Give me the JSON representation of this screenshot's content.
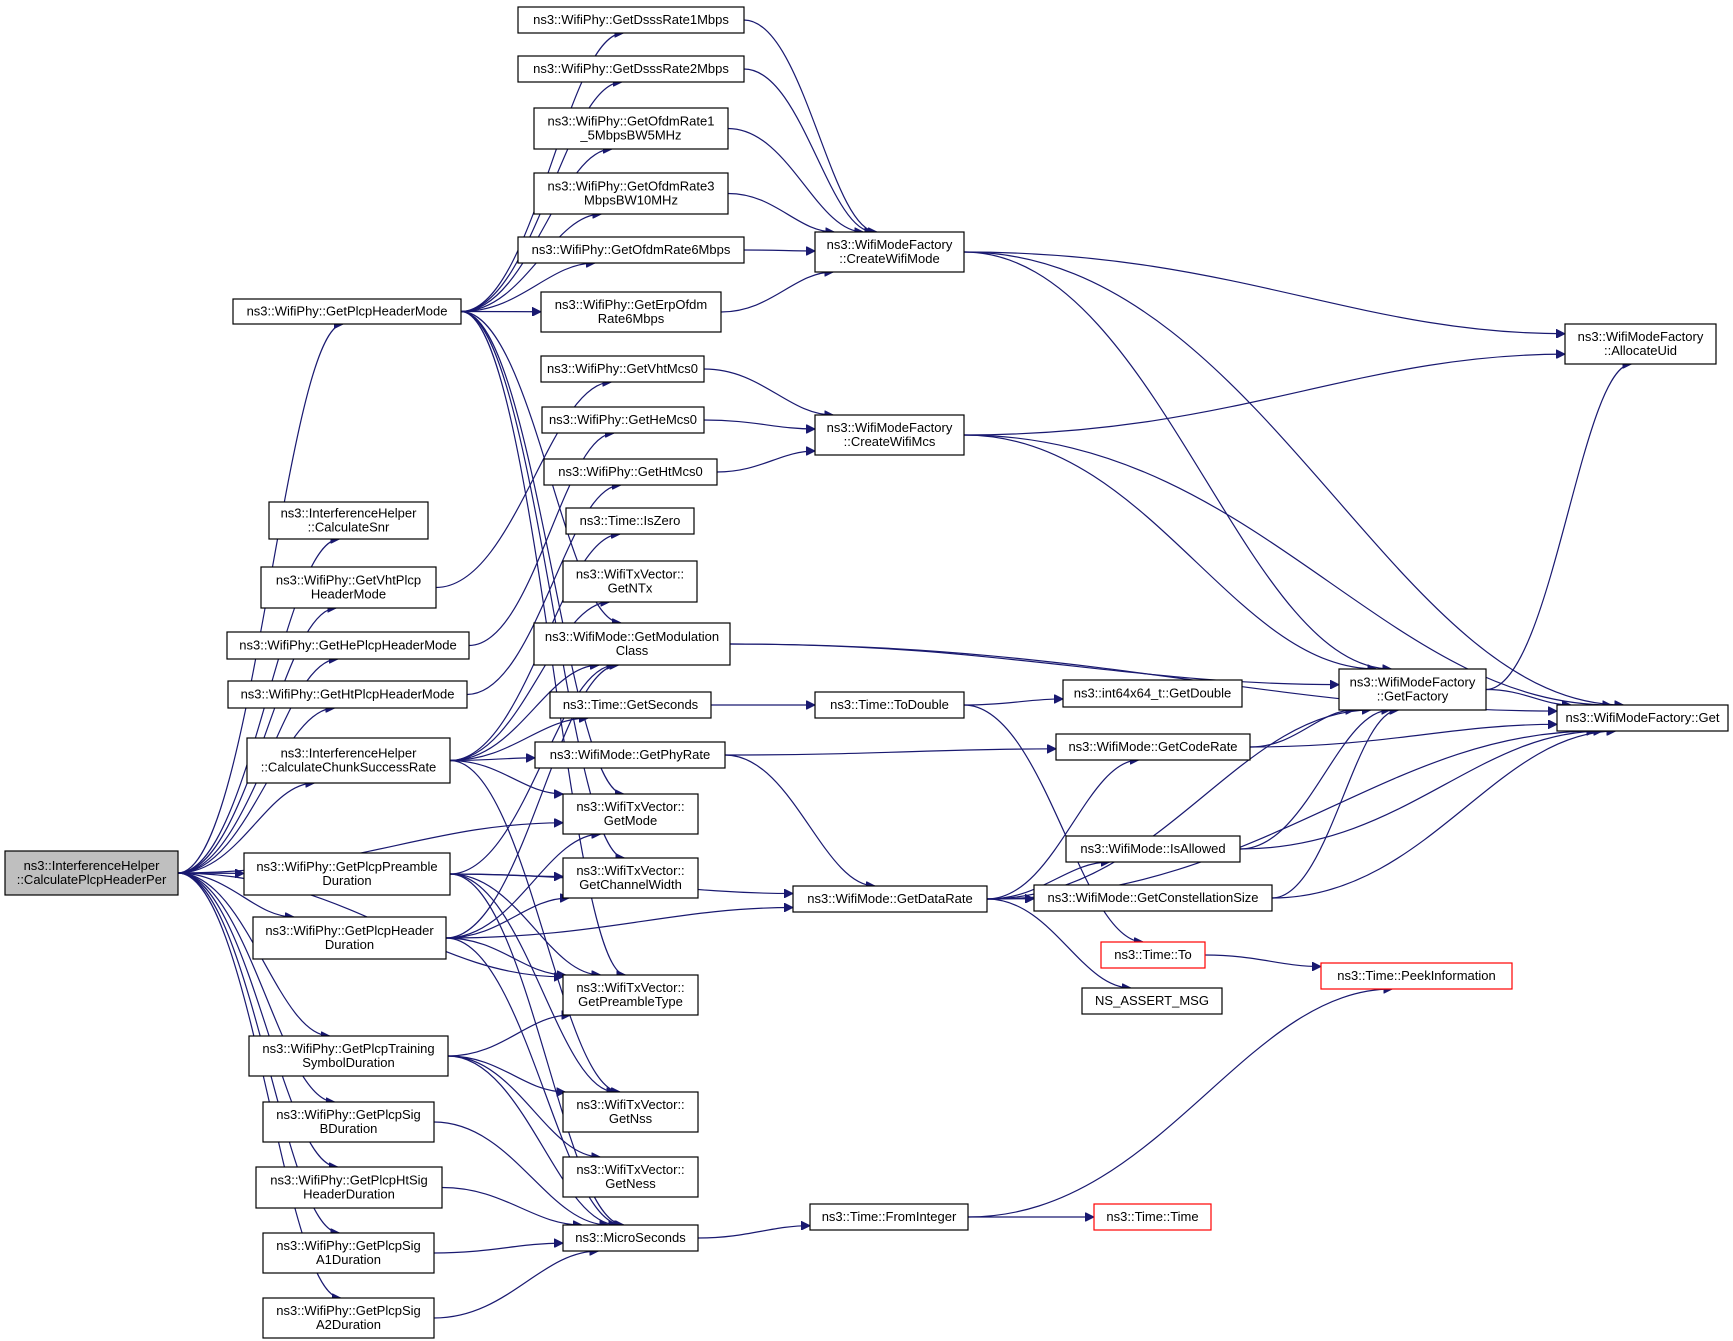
{
  "diagram": {
    "nodes": [
      {
        "id": "root",
        "lines": [
          "ns3::InterferenceHelper",
          "::CalculatePlcpHeaderPer"
        ],
        "style": "root"
      },
      {
        "id": "getPlcpHeaderMode",
        "lines": [
          "ns3::WifiPhy::GetPlcpHeaderMode"
        ]
      },
      {
        "id": "calcSnr",
        "lines": [
          "ns3::InterferenceHelper",
          "::CalculateSnr"
        ]
      },
      {
        "id": "getVhtPlcpHeaderMode",
        "lines": [
          "ns3::WifiPhy::GetVhtPlcp",
          "HeaderMode"
        ]
      },
      {
        "id": "getHePlcpHeaderMode",
        "lines": [
          "ns3::WifiPhy::GetHePlcpHeaderMode"
        ]
      },
      {
        "id": "getHtPlcpHeaderMode",
        "lines": [
          "ns3::WifiPhy::GetHtPlcpHeaderMode"
        ]
      },
      {
        "id": "calcChunk",
        "lines": [
          "ns3::InterferenceHelper",
          "::CalculateChunkSuccessRate"
        ]
      },
      {
        "id": "getPlcpPreambleDuration",
        "lines": [
          "ns3::WifiPhy::GetPlcpPreamble",
          "Duration"
        ]
      },
      {
        "id": "getPlcpHeaderDuration",
        "lines": [
          "ns3::WifiPhy::GetPlcpHeader",
          "Duration"
        ]
      },
      {
        "id": "getPlcpTraining",
        "lines": [
          "ns3::WifiPhy::GetPlcpTraining",
          "SymbolDuration"
        ]
      },
      {
        "id": "getPlcpSigB",
        "lines": [
          "ns3::WifiPhy::GetPlcpSig",
          "BDuration"
        ]
      },
      {
        "id": "getPlcpHtSig",
        "lines": [
          "ns3::WifiPhy::GetPlcpHtSig",
          "HeaderDuration"
        ]
      },
      {
        "id": "getPlcpSigA1",
        "lines": [
          "ns3::WifiPhy::GetPlcpSig",
          "A1Duration"
        ]
      },
      {
        "id": "getPlcpSigA2",
        "lines": [
          "ns3::WifiPhy::GetPlcpSig",
          "A2Duration"
        ]
      },
      {
        "id": "dsss1",
        "lines": [
          "ns3::WifiPhy::GetDsssRate1Mbps"
        ]
      },
      {
        "id": "dsss2",
        "lines": [
          "ns3::WifiPhy::GetDsssRate2Mbps"
        ]
      },
      {
        "id": "ofdm15",
        "lines": [
          "ns3::WifiPhy::GetOfdmRate1",
          "_5MbpsBW5MHz"
        ]
      },
      {
        "id": "ofdm3",
        "lines": [
          "ns3::WifiPhy::GetOfdmRate3",
          "MbpsBW10MHz"
        ]
      },
      {
        "id": "ofdm6",
        "lines": [
          "ns3::WifiPhy::GetOfdmRate6Mbps"
        ]
      },
      {
        "id": "erpOfdm",
        "lines": [
          "ns3::WifiPhy::GetErpOfdm",
          "Rate6Mbps"
        ]
      },
      {
        "id": "vhtMcs0",
        "lines": [
          "ns3::WifiPhy::GetVhtMcs0"
        ]
      },
      {
        "id": "heMcs0",
        "lines": [
          "ns3::WifiPhy::GetHeMcs0"
        ]
      },
      {
        "id": "htMcs0",
        "lines": [
          "ns3::WifiPhy::GetHtMcs0"
        ]
      },
      {
        "id": "isZero",
        "lines": [
          "ns3::Time::IsZero"
        ]
      },
      {
        "id": "getNTx",
        "lines": [
          "ns3::WifiTxVector::",
          "GetNTx"
        ]
      },
      {
        "id": "getModClass",
        "lines": [
          "ns3::WifiMode::GetModulation",
          "Class"
        ]
      },
      {
        "id": "getSeconds",
        "lines": [
          "ns3::Time::GetSeconds"
        ]
      },
      {
        "id": "getPhyRate",
        "lines": [
          "ns3::WifiMode::GetPhyRate"
        ]
      },
      {
        "id": "getMode",
        "lines": [
          "ns3::WifiTxVector::",
          "GetMode"
        ]
      },
      {
        "id": "getChannelWidth",
        "lines": [
          "ns3::WifiTxVector::",
          "GetChannelWidth"
        ]
      },
      {
        "id": "getPreambleType",
        "lines": [
          "ns3::WifiTxVector::",
          "GetPreambleType"
        ]
      },
      {
        "id": "getNss",
        "lines": [
          "ns3::WifiTxVector::",
          "GetNss"
        ]
      },
      {
        "id": "getNess",
        "lines": [
          "ns3::WifiTxVector::",
          "GetNess"
        ]
      },
      {
        "id": "microSeconds",
        "lines": [
          "ns3::MicroSeconds"
        ]
      },
      {
        "id": "createWifiMode",
        "lines": [
          "ns3::WifiModeFactory",
          "::CreateWifiMode"
        ]
      },
      {
        "id": "createWifiMcs",
        "lines": [
          "ns3::WifiModeFactory",
          "::CreateWifiMcs"
        ]
      },
      {
        "id": "toDouble",
        "lines": [
          "ns3::Time::ToDouble"
        ]
      },
      {
        "id": "getDataRate",
        "lines": [
          "ns3::WifiMode::GetDataRate"
        ]
      },
      {
        "id": "fromInteger",
        "lines": [
          "ns3::Time::FromInteger"
        ]
      },
      {
        "id": "getDouble",
        "lines": [
          "ns3::int64x64_t::GetDouble"
        ]
      },
      {
        "id": "getCodeRate",
        "lines": [
          "ns3::WifiMode::GetCodeRate"
        ]
      },
      {
        "id": "isAllowed",
        "lines": [
          "ns3::WifiMode::IsAllowed"
        ]
      },
      {
        "id": "getConstellation",
        "lines": [
          "ns3::WifiMode::GetConstellationSize"
        ]
      },
      {
        "id": "timeTo",
        "lines": [
          "ns3::Time::To"
        ],
        "style": "red"
      },
      {
        "id": "nsAssert",
        "lines": [
          "NS_ASSERT_MSG"
        ]
      },
      {
        "id": "timeTime",
        "lines": [
          "ns3::Time::Time"
        ],
        "style": "red"
      },
      {
        "id": "getFactory",
        "lines": [
          "ns3::WifiModeFactory",
          "::GetFactory"
        ]
      },
      {
        "id": "peekInfo",
        "lines": [
          "ns3::Time::PeekInformation"
        ],
        "style": "red"
      },
      {
        "id": "allocateUid",
        "lines": [
          "ns3::WifiModeFactory",
          "::AllocateUid"
        ]
      },
      {
        "id": "factoryGet",
        "lines": [
          "ns3::WifiModeFactory::Get"
        ]
      }
    ],
    "edges": [
      [
        "root",
        "getPlcpHeaderMode"
      ],
      [
        "root",
        "calcSnr"
      ],
      [
        "root",
        "getVhtPlcpHeaderMode"
      ],
      [
        "root",
        "getHePlcpHeaderMode"
      ],
      [
        "root",
        "getHtPlcpHeaderMode"
      ],
      [
        "root",
        "calcChunk"
      ],
      [
        "root",
        "getPlcpPreambleDuration"
      ],
      [
        "root",
        "getPlcpHeaderDuration"
      ],
      [
        "root",
        "getPlcpTraining"
      ],
      [
        "root",
        "getPlcpSigB"
      ],
      [
        "root",
        "getPlcpHtSig"
      ],
      [
        "root",
        "getPlcpSigA1"
      ],
      [
        "root",
        "getPlcpSigA2"
      ],
      [
        "root",
        "getMode"
      ],
      [
        "root",
        "getPreambleType"
      ],
      [
        "getPlcpHeaderMode",
        "dsss1"
      ],
      [
        "getPlcpHeaderMode",
        "dsss2"
      ],
      [
        "getPlcpHeaderMode",
        "ofdm15"
      ],
      [
        "getPlcpHeaderMode",
        "ofdm3"
      ],
      [
        "getPlcpHeaderMode",
        "ofdm6"
      ],
      [
        "getPlcpHeaderMode",
        "erpOfdm"
      ],
      [
        "getPlcpHeaderMode",
        "getModClass"
      ],
      [
        "getPlcpHeaderMode",
        "getMode"
      ],
      [
        "getPlcpHeaderMode",
        "getChannelWidth"
      ],
      [
        "getPlcpHeaderMode",
        "getPreambleType"
      ],
      [
        "getVhtPlcpHeaderMode",
        "vhtMcs0"
      ],
      [
        "getHePlcpHeaderMode",
        "heMcs0"
      ],
      [
        "getHtPlcpHeaderMode",
        "htMcs0"
      ],
      [
        "calcChunk",
        "isZero"
      ],
      [
        "calcChunk",
        "getNTx"
      ],
      [
        "calcChunk",
        "getModClass"
      ],
      [
        "calcChunk",
        "getSeconds"
      ],
      [
        "calcChunk",
        "getPhyRate"
      ],
      [
        "calcChunk",
        "getMode"
      ],
      [
        "calcChunk",
        "getNss"
      ],
      [
        "getPlcpPreambleDuration",
        "getModClass"
      ],
      [
        "getPlcpPreambleDuration",
        "getChannelWidth"
      ],
      [
        "getPlcpPreambleDuration",
        "getPreambleType"
      ],
      [
        "getPlcpPreambleDuration",
        "getNss"
      ],
      [
        "getPlcpPreambleDuration",
        "microSeconds"
      ],
      [
        "getPlcpPreambleDuration",
        "getDataRate"
      ],
      [
        "getPlcpHeaderDuration",
        "getModClass"
      ],
      [
        "getPlcpHeaderDuration",
        "getMode"
      ],
      [
        "getPlcpHeaderDuration",
        "getChannelWidth"
      ],
      [
        "getPlcpHeaderDuration",
        "getPreambleType"
      ],
      [
        "getPlcpHeaderDuration",
        "microSeconds"
      ],
      [
        "getPlcpHeaderDuration",
        "getDataRate"
      ],
      [
        "getPlcpTraining",
        "getPreambleType"
      ],
      [
        "getPlcpTraining",
        "getNss"
      ],
      [
        "getPlcpTraining",
        "getNess"
      ],
      [
        "getPlcpTraining",
        "microSeconds"
      ],
      [
        "getPlcpSigB",
        "microSeconds"
      ],
      [
        "getPlcpHtSig",
        "microSeconds"
      ],
      [
        "getPlcpSigA1",
        "microSeconds"
      ],
      [
        "getPlcpSigA2",
        "microSeconds"
      ],
      [
        "dsss1",
        "createWifiMode"
      ],
      [
        "dsss2",
        "createWifiMode"
      ],
      [
        "ofdm15",
        "createWifiMode"
      ],
      [
        "ofdm3",
        "createWifiMode"
      ],
      [
        "ofdm6",
        "createWifiMode"
      ],
      [
        "erpOfdm",
        "createWifiMode"
      ],
      [
        "vhtMcs0",
        "createWifiMcs"
      ],
      [
        "heMcs0",
        "createWifiMcs"
      ],
      [
        "htMcs0",
        "createWifiMcs"
      ],
      [
        "getModClass",
        "getFactory"
      ],
      [
        "getModClass",
        "factoryGet"
      ],
      [
        "getSeconds",
        "toDouble"
      ],
      [
        "getPhyRate",
        "getCodeRate"
      ],
      [
        "getPhyRate",
        "getDataRate"
      ],
      [
        "microSeconds",
        "fromInteger"
      ],
      [
        "createWifiMode",
        "allocateUid"
      ],
      [
        "createWifiMode",
        "getFactory"
      ],
      [
        "createWifiMode",
        "factoryGet"
      ],
      [
        "createWifiMcs",
        "allocateUid"
      ],
      [
        "createWifiMcs",
        "getFactory"
      ],
      [
        "createWifiMcs",
        "factoryGet"
      ],
      [
        "toDouble",
        "getDouble"
      ],
      [
        "toDouble",
        "timeTo"
      ],
      [
        "getDataRate",
        "getCodeRate"
      ],
      [
        "getDataRate",
        "isAllowed"
      ],
      [
        "getDataRate",
        "getConstellation"
      ],
      [
        "getDataRate",
        "nsAssert"
      ],
      [
        "getDataRate",
        "getFactory"
      ],
      [
        "getDataRate",
        "factoryGet"
      ],
      [
        "fromInteger",
        "peekInfo"
      ],
      [
        "fromInteger",
        "timeTime"
      ],
      [
        "getCodeRate",
        "getFactory"
      ],
      [
        "getCodeRate",
        "factoryGet"
      ],
      [
        "isAllowed",
        "getFactory"
      ],
      [
        "isAllowed",
        "factoryGet"
      ],
      [
        "getConstellation",
        "getFactory"
      ],
      [
        "getConstellation",
        "factoryGet"
      ],
      [
        "timeTo",
        "peekInfo"
      ],
      [
        "getFactory",
        "allocateUid"
      ],
      [
        "getFactory",
        "factoryGet"
      ]
    ]
  }
}
